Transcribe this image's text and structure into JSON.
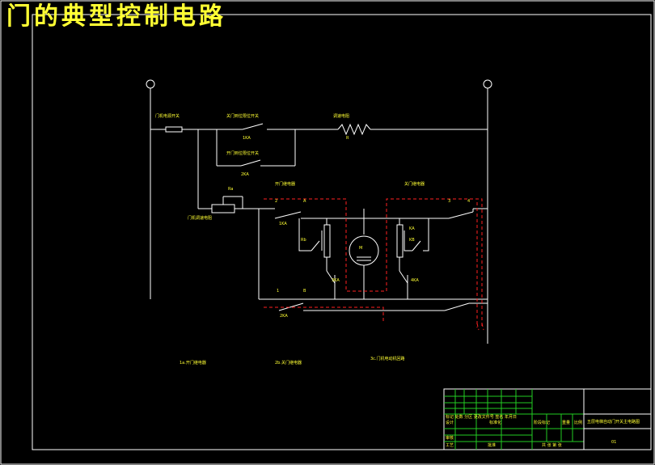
{
  "title": "门的典型控制电路",
  "colors": {
    "background": "#000000",
    "wire": "#ffffff",
    "label": "#ffff33",
    "dashed": "#ff2020",
    "grid": "#22cc22"
  },
  "labels": {
    "door_power": "门机电源开关",
    "close_limit": "关门到位限位开关",
    "open_limit": "开门到位限位开关",
    "resistor": "调速电阻",
    "open_relay": "开门继电器",
    "close_relay": "关门继电器",
    "door_speed": "门机调速电阻",
    "legend_1": "1a.开门继电器",
    "legend_2": "2b.关门继电器",
    "legend_3": "3c.门机电动机回路",
    "sw_1": "1KA",
    "sw_2": "2KA",
    "res_mark": "R",
    "ra": "Ra",
    "rb": "Rb",
    "motor": "M",
    "kb": "KA",
    "kc": "KB",
    "n1": "1",
    "n2": "2",
    "nb": "B",
    "nA": "A",
    "n3": "3",
    "n4": "4",
    "ka1": "1KA",
    "ka2": "2KA",
    "ka3": "3KA",
    "ka4": "4KA"
  },
  "title_block": {
    "row1": "标记 处数 分区 更改文件号 签名 年月日",
    "designer": "设计",
    "standard": "标准化",
    "stage": "阶段标记",
    "weight": "重量",
    "scale": "比例",
    "review": "审核",
    "craft": "工艺",
    "approve": "批准",
    "sheets": "共 张 第 张",
    "drawing_title": "五层电梯自动门开关主电路图",
    "code": "01"
  }
}
